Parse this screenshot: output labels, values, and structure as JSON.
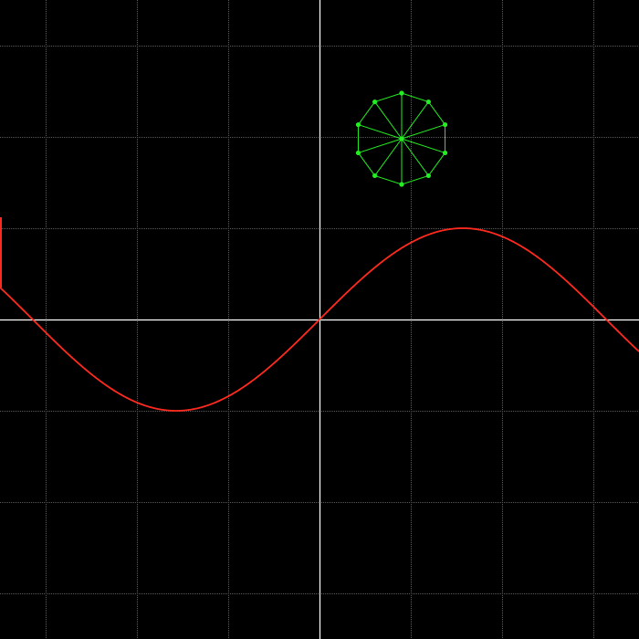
{
  "colors": {
    "background": "#000000",
    "grid": "#5a5a5a",
    "axes": "#ffffff",
    "curve": "#ff2a1f",
    "polygon": "#22ee22"
  },
  "chart_data": {
    "type": "line",
    "title": "",
    "xlabel": "",
    "ylabel": "",
    "grid": true,
    "xlim": [
      -3.5,
      3.5
    ],
    "ylim": [
      -3.5,
      3.5
    ],
    "grid_step": 1,
    "series": [
      {
        "function": "y = sin(x)",
        "x": [
          -3.5,
          -3.14,
          -2.5,
          -2.0,
          -1.57,
          -1.0,
          -0.5,
          0.0,
          0.5,
          1.0,
          1.57,
          2.0,
          2.5,
          3.14,
          3.5
        ],
        "y": [
          0.35,
          0.0,
          -0.6,
          -0.91,
          -1.0,
          -0.84,
          -0.48,
          0.0,
          0.48,
          0.84,
          1.0,
          0.91,
          0.6,
          0.0,
          -0.35
        ],
        "artifact": {
          "x": -3.5,
          "y_from": 0.35,
          "y_to": 1.12
        }
      }
    ],
    "polygon": {
      "type": "decagon",
      "center": [
        0.9,
        1.98
      ],
      "radius": 0.5,
      "vertices": 10,
      "rotation_deg": 18,
      "spokes": true
    }
  }
}
